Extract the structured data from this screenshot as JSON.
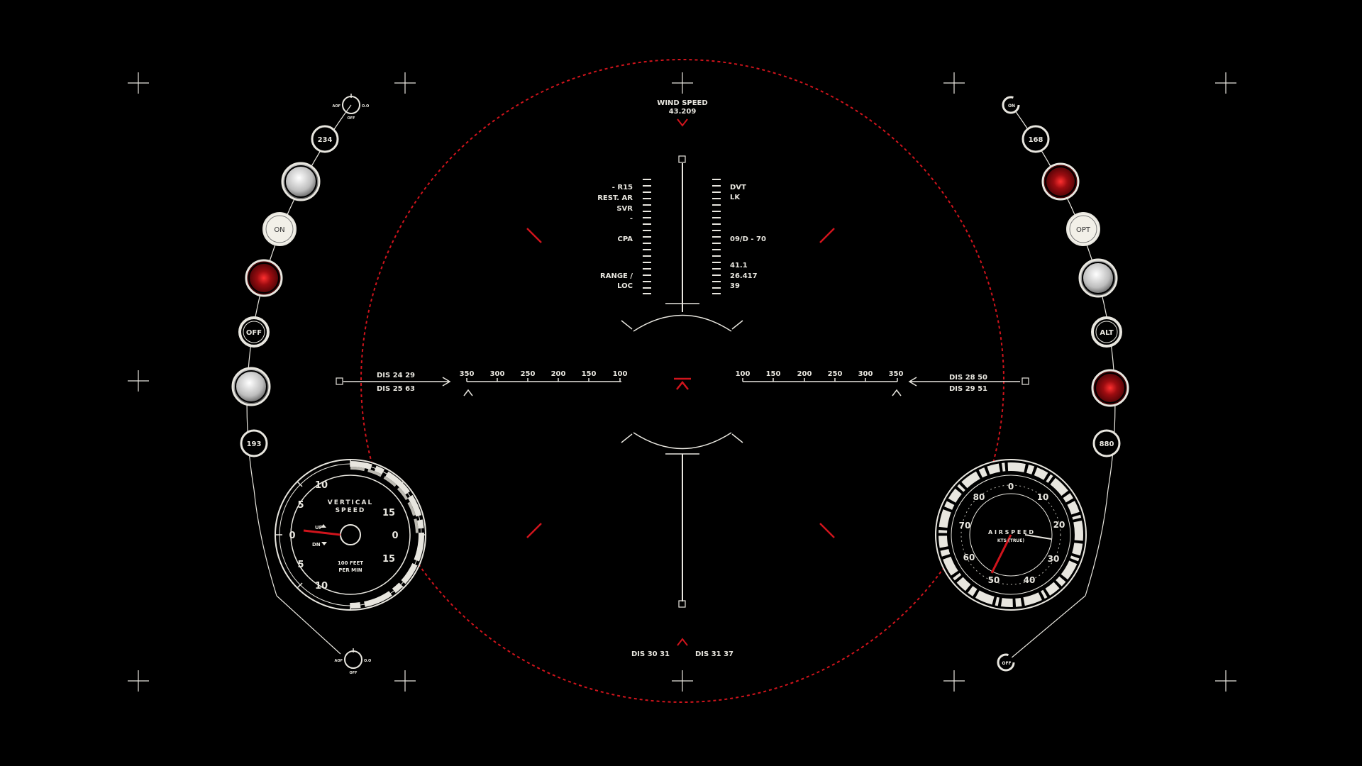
{
  "top": {
    "wind_label": "WIND SPEED",
    "wind_value": "43.209"
  },
  "ladder_left": [
    "- R15",
    "REST. AR",
    "SVR",
    "-",
    "CPA",
    "RANGE /",
    "LOC"
  ],
  "ladder_right": [
    "DVT",
    "LK",
    "09/D - 70",
    "41.1",
    "26.417",
    "39"
  ],
  "scale_left": [
    "350",
    "300",
    "250",
    "200",
    "150",
    "100"
  ],
  "scale_right": [
    "100",
    "150",
    "200",
    "250",
    "300",
    "350"
  ],
  "dis": {
    "left_1": "DIS 24 29",
    "left_2": "DIS 25 63",
    "right_1": "DIS 28 50",
    "right_2": "DIS 29 51",
    "bottom_1": "DIS 30 31",
    "bottom_2": "DIS 31 37"
  },
  "left_arc": {
    "top_knob": {
      "left": "AOF",
      "right": "O.O",
      "bottom": "OFF"
    },
    "bottom_knob": {
      "left": "AOF",
      "right": "O.O",
      "bottom": "OFF"
    },
    "buttons": [
      "234",
      "ON",
      "OFF",
      "193"
    ]
  },
  "right_arc": {
    "top_knob": "ON",
    "bottom_knob": "OFF",
    "buttons": [
      "168",
      "OPT",
      "ALT",
      "880"
    ]
  },
  "vsi": {
    "title_1": "VERTICAL",
    "title_2": "SPEED",
    "up": "UP",
    "dn": "DN",
    "unit_1": "100 FEET",
    "unit_2": "PER MIN",
    "ticks": [
      "10",
      "5",
      "0",
      "5",
      "10",
      "15",
      "0",
      "15"
    ]
  },
  "asi": {
    "title": "A I R S P E E D",
    "unit": "KTS (TRUE)",
    "ticks": [
      "0",
      "10",
      "20",
      "30",
      "40",
      "50",
      "60",
      "70",
      "80"
    ]
  },
  "colors": {
    "accent": "#d0141c",
    "fg": "#e8e6df",
    "bg": "#000000"
  }
}
